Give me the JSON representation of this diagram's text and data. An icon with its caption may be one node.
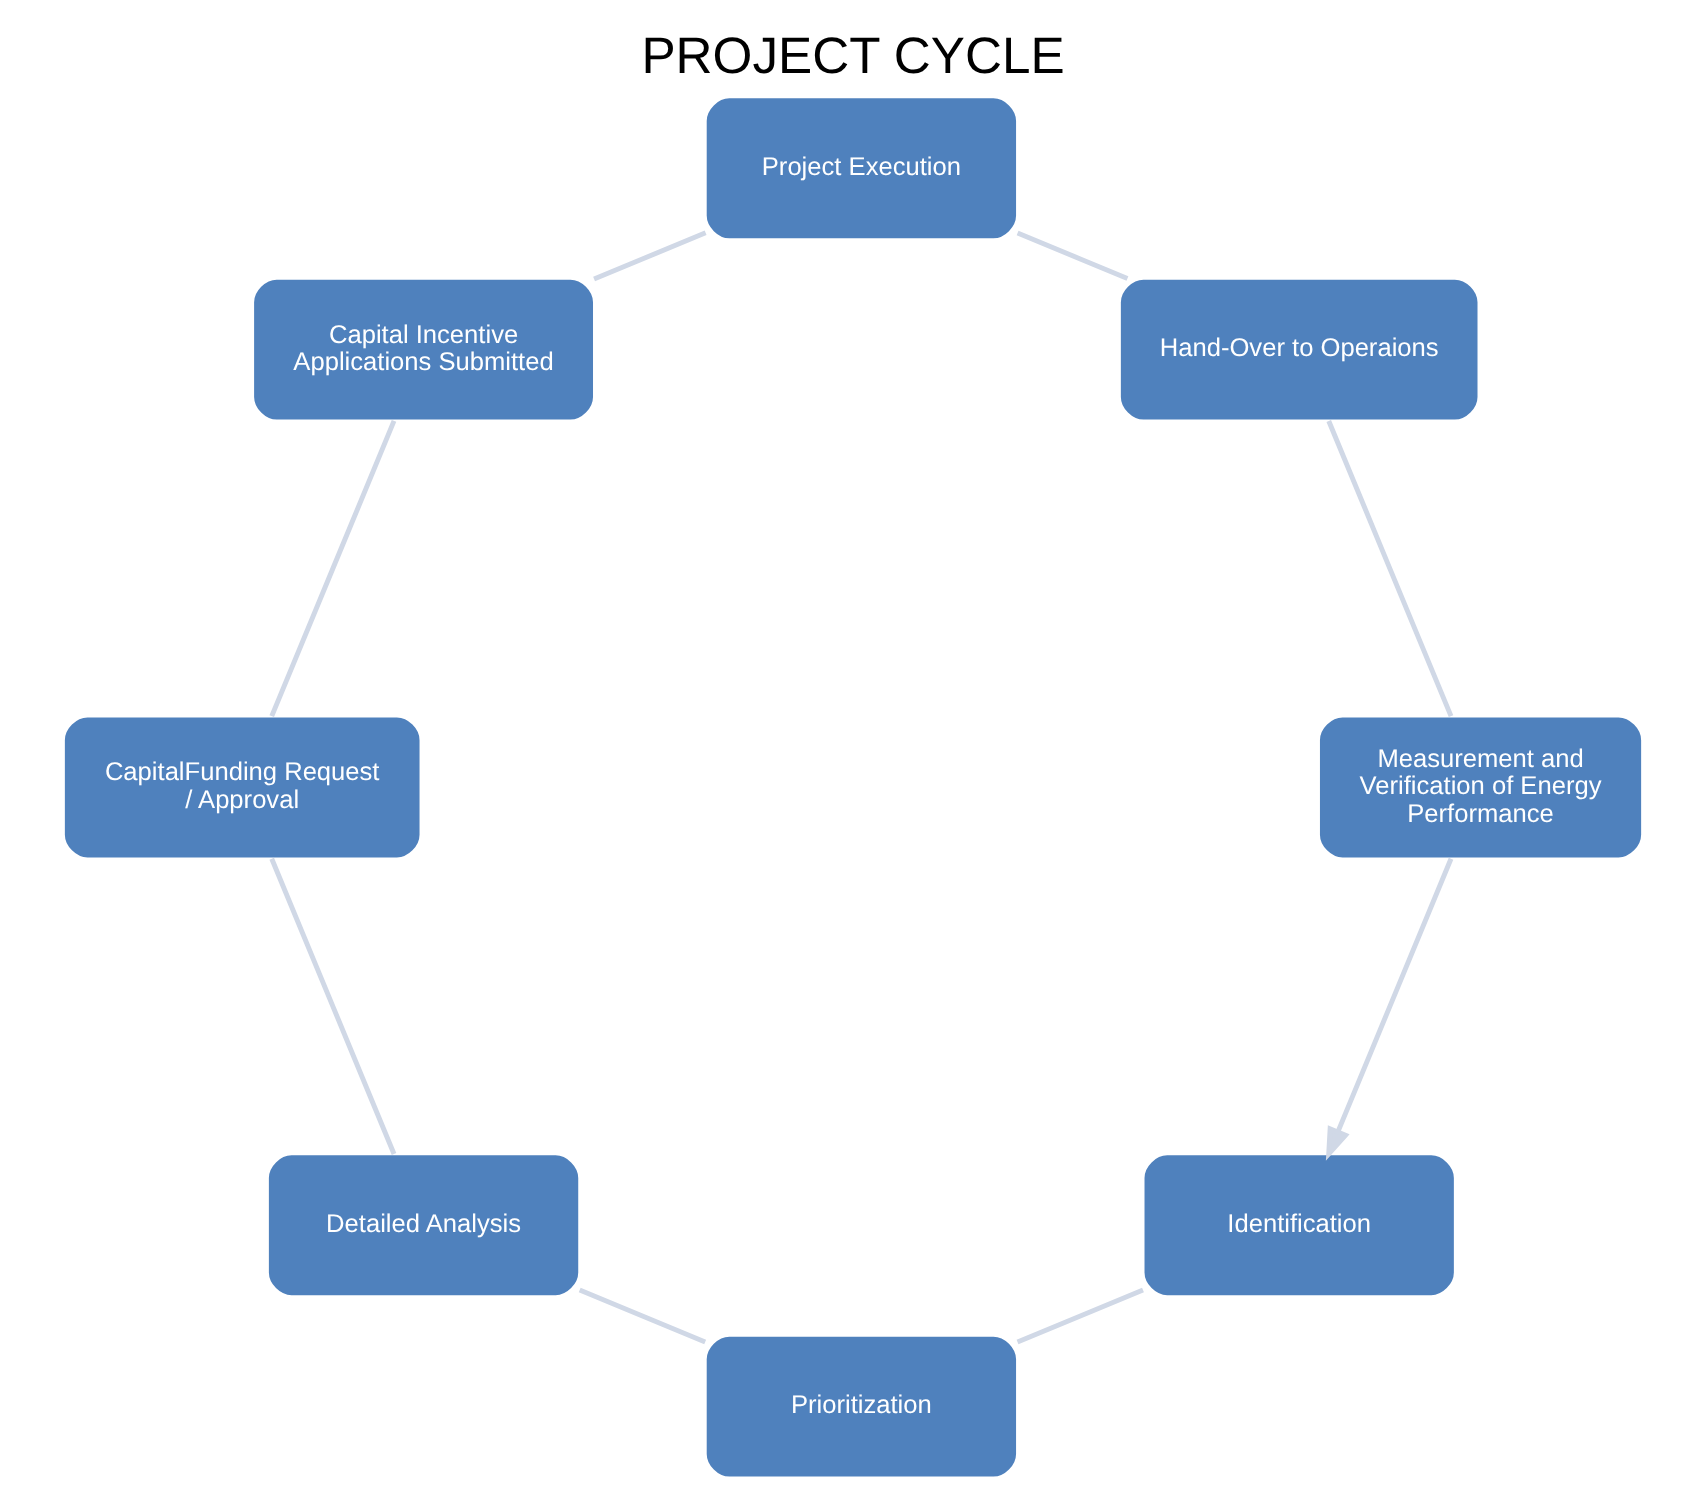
{
  "diagram": {
    "title": "PROJECT CYCLE",
    "nodes": [
      {
        "text": [
          "Identification"
        ]
      },
      {
        "text": [
          "Prioritization"
        ]
      },
      {
        "text": [
          "Detailed Analysis"
        ]
      },
      {
        "text": [
          "CapitalFunding Request / Approval"
        ]
      },
      {
        "text": [
          "Capital Incentive Applications Submitted"
        ]
      },
      {
        "text": [
          "Project Execution"
        ]
      },
      {
        "text": [
          "Hand-Over to Operaions"
        ]
      },
      {
        "text": [
          "Measurement and Verification of Energy Performance"
        ]
      }
    ],
    "edges": [
      {
        "from": 0,
        "to": 1,
        "arrow": "none"
      },
      {
        "from": 1,
        "to": 2,
        "arrow": "none"
      },
      {
        "from": 2,
        "to": 3,
        "arrow": "none"
      },
      {
        "from": 3,
        "to": 4,
        "arrow": "none"
      },
      {
        "from": 4,
        "to": 5,
        "arrow": "none"
      },
      {
        "from": 5,
        "to": 6,
        "arrow": "none"
      },
      {
        "from": 6,
        "to": 7,
        "arrow": "none"
      },
      {
        "from": 7,
        "to": 0,
        "arrow": "to"
      }
    ]
  }
}
